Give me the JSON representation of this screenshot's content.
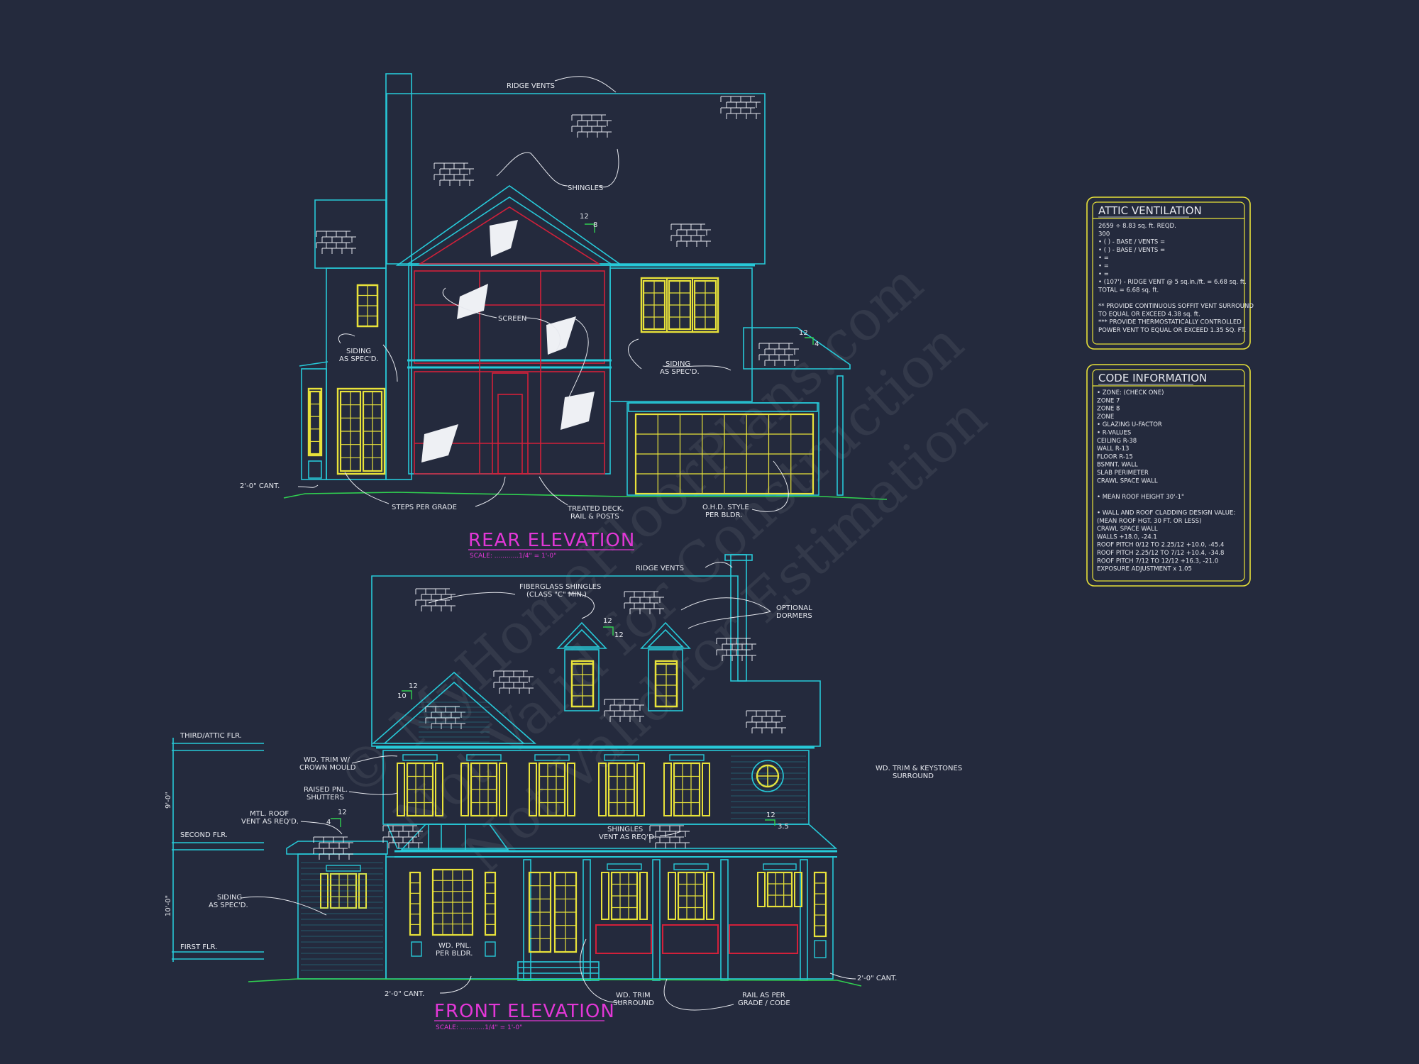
{
  "watermark": [
    "© MyHomeFloorPlans.com",
    "Not Valid for Construction",
    "Not Valid for Estimation"
  ],
  "rear_elevation": {
    "title": "REAR ELEVATION",
    "scale": "SCALE: ............1/4\" = 1'-0\"",
    "notes": {
      "ridge_vents": "RIDGE VENTS",
      "shingles": "SHINGLES",
      "screen": "SCREEN",
      "siding_left_1": "SIDING",
      "siding_left_2": "AS SPEC'D.",
      "siding_right_1": "SIDING",
      "siding_right_2": "AS SPEC'D.",
      "cant": "2'-0\" CANT.",
      "steps": "STEPS PER GRADE",
      "deck_1": "TREATED DECK,",
      "deck_2": "RAIL & POSTS",
      "ohd_1": "O.H.D. STYLE",
      "ohd_2": "PER BLDR.",
      "pitch_main_rise": "8",
      "pitch_main_run": "12",
      "pitch_garage_rise": "4",
      "pitch_garage_run": "12"
    }
  },
  "front_elevation": {
    "title": "FRONT ELEVATION",
    "scale": "SCALE: ............1/4\" = 1'-0\"",
    "notes": {
      "ridge_vents": "RIDGE VENTS",
      "fiberglass_1": "FIBERGLASS SHINGLES",
      "fiberglass_2": "(CLASS \"C\" MIN.)",
      "dormers_1": "OPTIONAL",
      "dormers_2": "DORMERS",
      "trim_crown_1": "WD. TRIM W/",
      "trim_crown_2": "CROWN MOULD",
      "shutters_1": "RAISED PNL.",
      "shutters_2": "SHUTTERS",
      "roof_vent_1": "MTL. ROOF",
      "roof_vent_2": "VENT AS REQ'D.",
      "siding_1": "SIDING",
      "siding_2": "AS SPEC'D.",
      "shingles_vent_1": "SHINGLES",
      "shingles_vent_2": "VENT AS REQ'D.",
      "keystones_1": "WD. TRIM & KEYSTONES",
      "keystones_2": "SURROUND",
      "pnl_1": "WD. PNL.",
      "pnl_2": "PER BLDR.",
      "trim_surround_1": "WD. TRIM",
      "trim_surround_2": "SURROUND",
      "rail_1": "RAIL AS PER",
      "rail_2": "GRADE / CODE",
      "cant_left": "2'-0\" CANT.",
      "cant_right": "2'-0\" CANT.",
      "level_third": "THIRD/ATTIC FLR.",
      "level_second": "SECOND FLR.",
      "level_first": "FIRST FLR.",
      "dim_upper": "9'-0\"",
      "dim_lower": "10'-0\"",
      "pitch_dormer_run": "12",
      "pitch_dormer_rise": "12",
      "pitch_gable_run": "12",
      "pitch_gable_rise": "10",
      "pitch_porch_run": "12",
      "pitch_porch_rise": "4",
      "pitch_right_run": "12",
      "pitch_right_rise": "3.5"
    }
  },
  "attic_ventilation": {
    "title": "ATTIC VENTILATION",
    "lines": [
      "2659 ÷ 8.83 sq. ft. REQD.",
      "300",
      "• (    ) -        BASE    /    VENTS   =",
      "• (    ) -        BASE    /    VENTS   =",
      "•                                              =",
      "•                                              =",
      "•                                              =",
      "• (107') - RIDGE VENT @ 5 sq.in./ft.   = 6.68 sq. ft.",
      "                                 TOTAL      = 6.68 sq. ft.",
      "",
      "** PROVIDE CONTINUOUS SOFFIT VENT SURROUND",
      "    TO EQUAL OR EXCEED  4.38 sq. ft.",
      "*** PROVIDE THERMOSTATICALLY CONTROLLED",
      "     POWER VENT TO EQUAL OR EXCEED  1.35 SQ. FT."
    ]
  },
  "code_information": {
    "title": "CODE INFORMATION",
    "lines": [
      "• ZONE: (CHECK ONE)",
      "     ZONE 7",
      "     ZONE 8",
      "     ZONE",
      "• GLAZING U-FACTOR",
      "• R-VALUES",
      "     CEILING                R-38",
      "     WALL                    R-13",
      "     FLOOR                  R-15",
      "     BSMNT. WALL",
      "     SLAB PERIMETER",
      "     CRAWL SPACE WALL",
      "",
      "• MEAN ROOF HEIGHT    30'-1\"",
      "",
      "• WALL AND ROOF CLADDING DESIGN VALUE:",
      "  (MEAN ROOF HGT. 30 FT. OR LESS)",
      "     CRAWL SPACE WALL",
      "     WALLS                           +18.0, -24.1",
      "     ROOF PITCH 0/12 TO 2.25/12   +10.0, -45.4",
      "     ROOF PITCH 2.25/12 TO 7/12   +10.4, -34.8",
      "     ROOF PITCH 7/12 TO 12/12     +16.3, -21.0",
      "     EXPOSURE ADJUSTMENT           x 1.05"
    ]
  },
  "colors": {
    "background": "#242a3d",
    "outline": "#27c9d8",
    "window": "#e8e23a",
    "screen": "#d2203a",
    "title": "#e237d6",
    "pitch": "#30d050",
    "text": "#e6e8ee"
  }
}
